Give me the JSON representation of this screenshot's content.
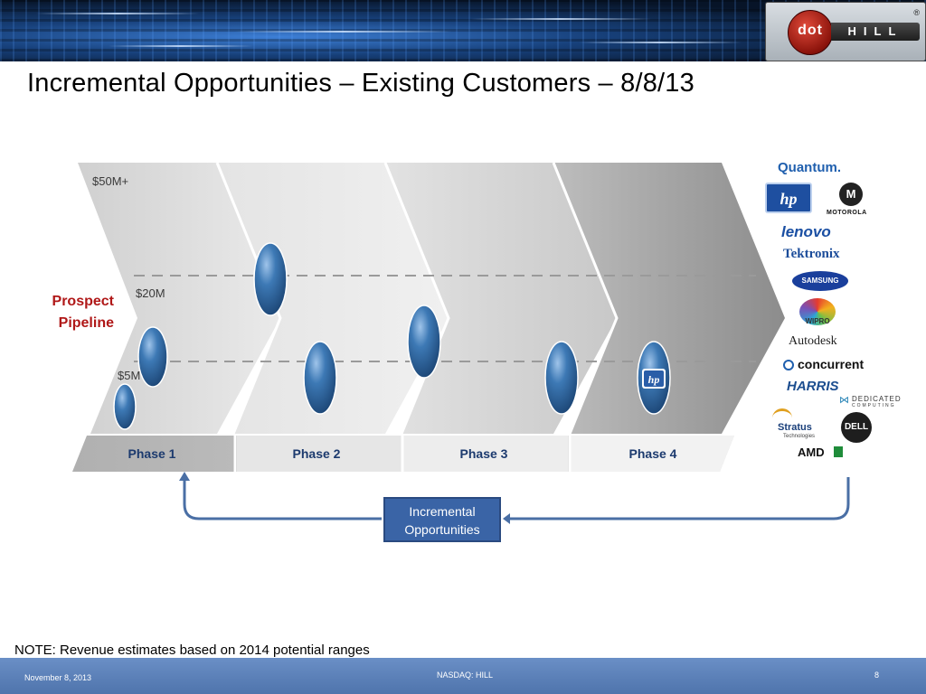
{
  "slide": {
    "title": "Incremental Opportunities – Existing Customers – 8/8/13"
  },
  "logo": {
    "mark": "dot",
    "name": "HILL",
    "registered": "®"
  },
  "axis_labels": [
    "$50M+",
    "$20M",
    "$5M"
  ],
  "pipeline": {
    "line1": "Prospect",
    "line2": "Pipeline"
  },
  "phases": [
    "Phase 1",
    "Phase 2",
    "Phase 3",
    "Phase 4"
  ],
  "customers": {
    "quantum": "Quantum.",
    "hp": "hp",
    "motorola": "MOTOROLA",
    "lenovo": "lenovo",
    "tektronix": "Tektronix",
    "samsung": "SAMSUNG",
    "wipro": "WIPRO",
    "autodesk": "Autodesk",
    "concurrent": "concurrent",
    "harris": "HARRIS",
    "dedicated_1": "DEDICATED",
    "dedicated_2": "COMPUTING",
    "stratus_1": "Stratus",
    "stratus_2": "Technologies",
    "dell": "DELL",
    "amd": "AMD"
  },
  "opportunities_box": {
    "line1": "Incremental",
    "line2": "Opportunities"
  },
  "note": "NOTE:  Revenue estimates based on 2014 potential ranges",
  "footer": {
    "date": "November 8, 2013",
    "ticker": "NASDAQ: HILL",
    "page": "8"
  },
  "colors": {
    "title_text": "#000000",
    "pipeline_red": "#b01818",
    "phase_blue": "#1c3a6e",
    "bubble_blue": "#2f6aa3",
    "box_blue": "#3a64a6",
    "footer_blue": "#5a7fb8"
  }
}
